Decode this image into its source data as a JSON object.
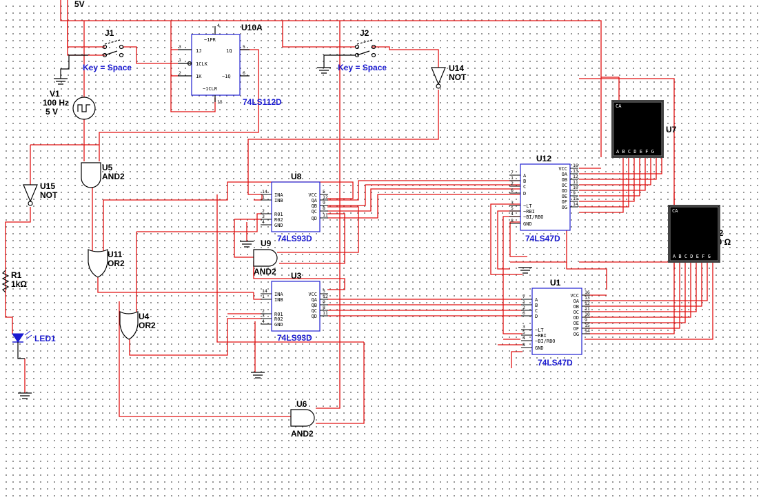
{
  "supply": {
    "label": "5V"
  },
  "switch_j1": {
    "ref": "J1",
    "key": "Key = Space"
  },
  "switch_j2": {
    "ref": "J2",
    "key": "Key = Space"
  },
  "source_v1": {
    "ref": "V1",
    "freq": "100 Hz",
    "volt": "5 V"
  },
  "jk_u10a": {
    "ref": "U10A",
    "part": "74LS112D",
    "pins": {
      "pr": "~1PR",
      "j": "1J",
      "clk": "1CLK",
      "k": "1K",
      "q": "1Q",
      "qn": "~1Q",
      "clr": "~1CLR"
    },
    "nums": {
      "pr": "4",
      "j": "3",
      "clk": "1",
      "k": "2",
      "q": "5",
      "qn": "6",
      "clr": "15"
    }
  },
  "not_u14": {
    "ref": "U14",
    "type": "NOT"
  },
  "not_u15": {
    "ref": "U15",
    "type": "NOT"
  },
  "and_u5": {
    "ref": "U5",
    "type": "AND2"
  },
  "or_u11": {
    "ref": "U11",
    "type": "OR2"
  },
  "or_u4": {
    "ref": "U4",
    "type": "OR2"
  },
  "and_u9": {
    "ref": "U9",
    "type": "AND2"
  },
  "and_u6": {
    "ref": "U6",
    "type": "AND2"
  },
  "resistor_r1": {
    "ref": "R1",
    "value": "1kΩ"
  },
  "led_led1": {
    "ref": "LED1"
  },
  "counter_u8": {
    "ref": "U8",
    "part": "74LS93D",
    "pins_left": [
      "INA",
      "INB",
      "R01",
      "R02",
      "GND"
    ],
    "nums_left": [
      "14",
      "1",
      "2",
      "3",
      "4"
    ],
    "pins_right": [
      "VCC",
      "QA",
      "QB",
      "QC",
      "QD"
    ],
    "nums_right": [
      "5",
      "12",
      "9",
      "8",
      "11"
    ]
  },
  "counter_u3": {
    "ref": "U3",
    "part": "74LS93D",
    "pins_left": [
      "INA",
      "INB",
      "R01",
      "R02",
      "GND"
    ],
    "nums_left": [
      "14",
      "1",
      "2",
      "3",
      "4"
    ],
    "pins_right": [
      "VCC",
      "QA",
      "QB",
      "QC",
      "QD"
    ],
    "nums_right": [
      "5",
      "12",
      "9",
      "8",
      "11"
    ]
  },
  "decoder_u12": {
    "ref": "U12",
    "part": "74LS47D",
    "pins_left": [
      "A",
      "B",
      "C",
      "D",
      "~LT",
      "~RBI",
      "~BI/RBO",
      "GND"
    ],
    "nums_left": [
      "7",
      "1",
      "2",
      "6",
      "3",
      "5",
      "4",
      "8"
    ],
    "pins_right": [
      "VCC",
      "OA",
      "OB",
      "OC",
      "OD",
      "OE",
      "OF",
      "OG"
    ],
    "nums_right": [
      "16",
      "13",
      "12",
      "11",
      "10",
      "9",
      "15",
      "14"
    ]
  },
  "decoder_u1": {
    "ref": "U1",
    "part": "74LS47D",
    "pins_left": [
      "A",
      "B",
      "C",
      "D",
      "~LT",
      "~RBI",
      "~BI/RBO",
      "GND"
    ],
    "nums_left": [
      "7",
      "1",
      "2",
      "6",
      "3",
      "5",
      "4",
      "8"
    ],
    "pins_right": [
      "VCC",
      "OA",
      "OB",
      "OC",
      "OD",
      "OE",
      "OF",
      "OG"
    ],
    "nums_right": [
      "16",
      "13",
      "12",
      "11",
      "10",
      "9",
      "15",
      "14"
    ]
  },
  "display_u7": {
    "ref": "U7",
    "type": "CA",
    "segments": "A B C D E F G"
  },
  "display_u2": {
    "ref": "U2",
    "type": "CA",
    "segments": "A B C D E F G",
    "partial_value": "00 Ω"
  }
}
